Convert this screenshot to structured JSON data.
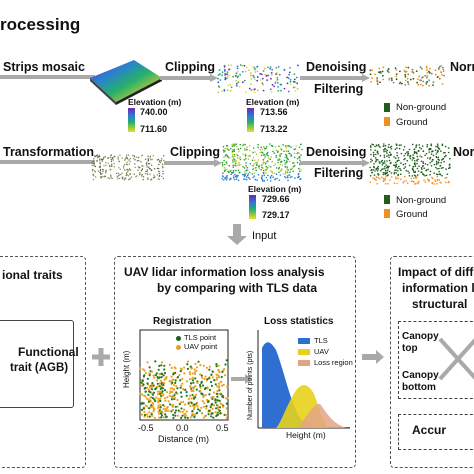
{
  "header": {
    "title": "rocessing"
  },
  "row1": {
    "step1": "Strips mosaic",
    "step2": "Clipping",
    "step3": "Denoising",
    "step4": "Filtering",
    "step5": "Norn",
    "elev_title": "Elevation (m)",
    "legend1": {
      "max": "740.00",
      "min": "711.60"
    },
    "legend2": {
      "max": "713.56",
      "min": "713.22"
    },
    "class_legend": {
      "nonground": "Non-ground",
      "ground": "Ground"
    }
  },
  "row2": {
    "step1": "Transformation",
    "step2": "Clipping",
    "step3": "Denoising",
    "step4": "Filtering",
    "step5": "Nor",
    "elev_title": "Elevation (m)",
    "legend": {
      "max": "729.66",
      "min": "729.17"
    },
    "class_legend": {
      "nonground": "Non-ground",
      "ground": "Ground"
    }
  },
  "input_label": "Input",
  "left_panel": {
    "title": "ional traits",
    "box_line1": "Functional",
    "box_line2": "trait (AGB)"
  },
  "middle_panel": {
    "title_line1": "UAV lidar information loss analysis",
    "title_line2": "by comparing with TLS data",
    "registration": {
      "title": "Registration",
      "legend_tls": "TLS point",
      "legend_uav": "UAV point",
      "ylabel": "Height (m)",
      "xlabel": "Distance (m)",
      "xticks": [
        "-0.5",
        "0.0",
        "0.5"
      ]
    },
    "loss": {
      "title": "Loss statistics",
      "ylabel": "Number of points (pts)",
      "xlabel": "Height (m)",
      "legend": [
        "TLS",
        "UAV",
        "Loss region"
      ]
    }
  },
  "right_panel": {
    "title_line1": "Impact of diff",
    "title_line2": "information l",
    "title_line3": "structural",
    "canopy_top": "Canopy\ntop",
    "canopy_bottom": "Canopy\nbottom",
    "accuracy": "Accur"
  },
  "colors": {
    "arrow": "#a9a9a9",
    "ground": "#f0901e",
    "nonground": "#1f5e1f",
    "tls": "#2e6fd1",
    "uav": "#e8d21a",
    "loss": "#e2a486"
  }
}
